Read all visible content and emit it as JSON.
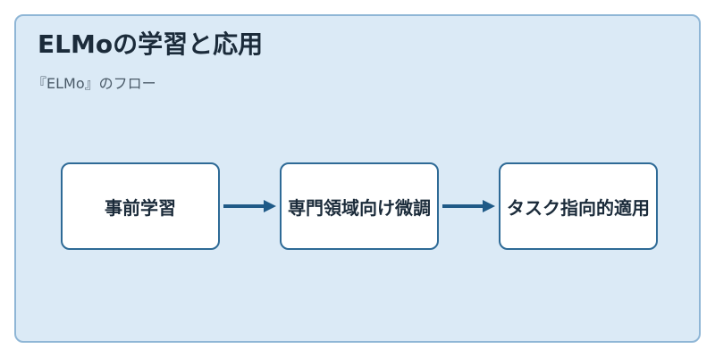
{
  "title": "ELMoの学習と応用",
  "subtitle": "『ELMo』のフロー",
  "flow": {
    "steps": [
      {
        "label": "事前学習"
      },
      {
        "label": "専門領域向け微調"
      },
      {
        "label": "タスク指向的適用"
      }
    ]
  },
  "colors": {
    "panel_background": "#dbeaf6",
    "panel_border": "#8fb6d6",
    "box_border": "#2e6a96",
    "arrow": "#1f5a87",
    "title_text": "#1b2b3a"
  },
  "icons": {
    "connector": "arrow-right-icon"
  }
}
